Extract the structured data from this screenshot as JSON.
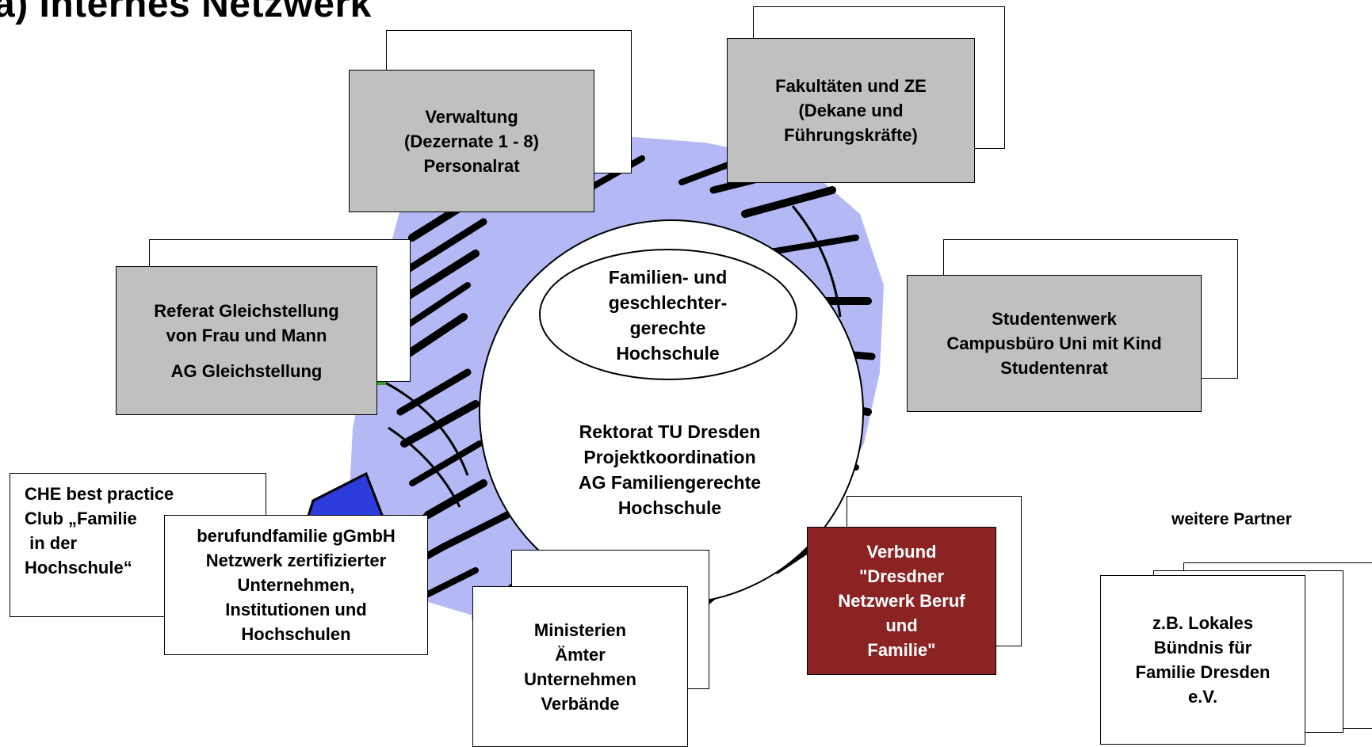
{
  "title": "a) Internes Netzwerk",
  "center": {
    "ellipse_lines": [
      "Familien- und",
      "geschlechter-",
      "gerechte",
      "Hochschule"
    ],
    "lines": [
      "Rektorat TU Dresden",
      "Projektkoordination",
      "AG Familiengerechte",
      "Hochschule"
    ]
  },
  "nodes": {
    "verwaltung": [
      "Verwaltung",
      "(Dezernate 1 - 8)",
      "Personalrat"
    ],
    "fakultaeten": [
      "Fakultäten und ZE",
      "(Dekane und",
      "Führungskräfte)"
    ],
    "referat": [
      "Referat Gleichstellung",
      "von Frau und Mann",
      "AG Gleichstellung"
    ],
    "studentenwerk": [
      "Studentenwerk",
      "Campusbüro Uni mit Kind",
      "Studentenrat"
    ],
    "che": [
      "CHE best practice",
      "Club „Familie",
      " in der",
      "Hochschule“"
    ],
    "berufundfamilie": [
      "berufundfamilie gGmbH",
      "Netzwerk zertifizierter",
      "Unternehmen,",
      "Institutionen und",
      "Hochschulen"
    ],
    "ministerien": [
      "Ministerien",
      "Ämter",
      "Unternehmen",
      "Verbände"
    ],
    "verbund": [
      "Verbund",
      "\"Dresdner",
      "Netzwerk Beruf",
      "und",
      "Familie\""
    ],
    "weitere_partner_label": "weitere Partner",
    "lokales": [
      "z.B. Lokales",
      "Bündnis für",
      "Familie Dresden",
      "e.V."
    ]
  },
  "colors": {
    "grey_box": "#c0c0c0",
    "red_box": "#8b2323",
    "ring_fill": "#b4b9f5",
    "stroke": "#000000"
  },
  "icons": [
    "woven-ring-illustration"
  ]
}
